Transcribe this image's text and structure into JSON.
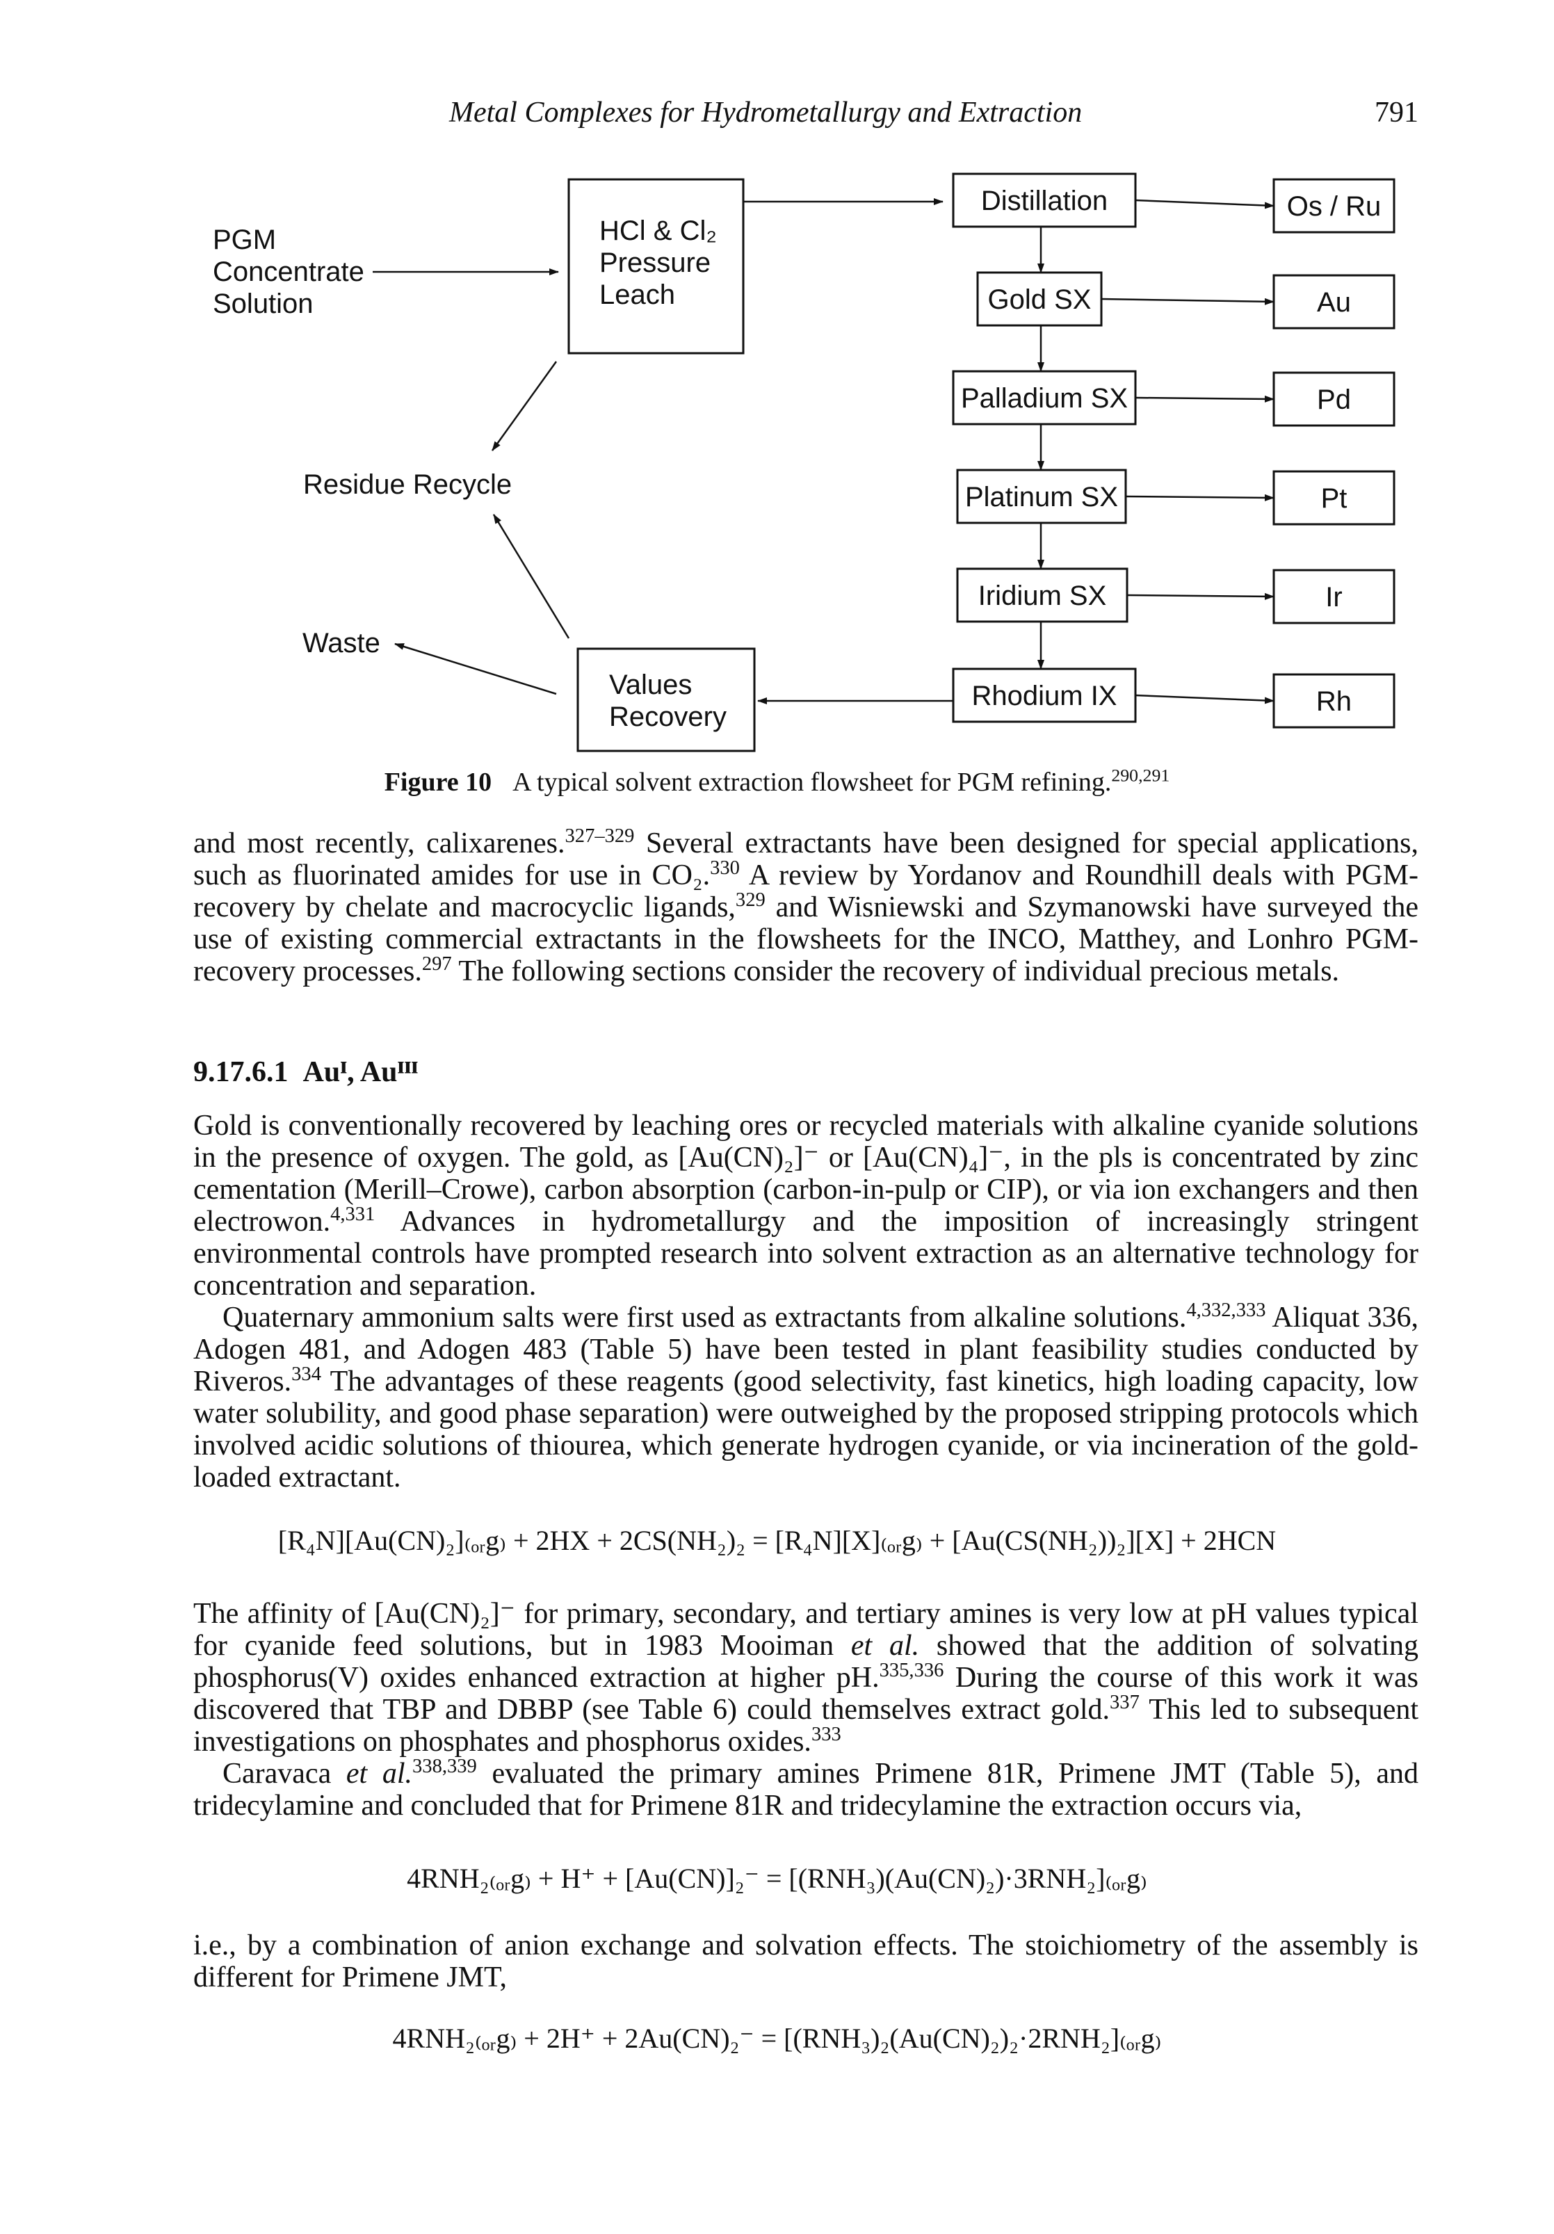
{
  "header": {
    "running_title": "Metal Complexes for Hydrometallurgy and Extraction",
    "page_number": "791"
  },
  "figure": {
    "input_label": [
      "PGM",
      "Concentrate",
      "Solution"
    ],
    "leach_box": [
      "HCl & Cl₂",
      "Pressure",
      "Leach"
    ],
    "residue_label": "Residue Recycle",
    "waste_label": "Waste",
    "values_box": [
      "Values",
      "Recovery"
    ],
    "process_steps": [
      "Distillation",
      "Gold SX",
      "Palladium SX",
      "Platinum SX",
      "Iridium SX",
      "Rhodium IX"
    ],
    "products": [
      "Os / Ru",
      "Au",
      "Pd",
      "Pt",
      "Ir",
      "Rh"
    ],
    "caption_label": "Figure 10",
    "caption_text": "A typical solvent extraction flowsheet for PGM refining.",
    "caption_ref": "290,291"
  },
  "paragraph1": {
    "s1": "and most recently, calixarenes.",
    "r1": "327–329",
    "s2": " Several extractants have been designed for special applications, such as fluorinated amides for use in CO₂.",
    "r2": "330",
    "s3": " A review by Yordanov and Roundhill deals with PGM-recovery by chelate and macrocyclic ligands,",
    "r3": "329",
    "s4": " and Wisniewski and Szymanowski have surveyed the use of existing commercial extractants in the flowsheets for the INCO, Matthey, and Lonhro PGM-recovery processes.",
    "r4": "297",
    "s5": " The following sections consider the recovery of individual precious metals."
  },
  "section": {
    "number": "9.17.6.1",
    "title": "Auᴵ, Auᴵᴵᴵ"
  },
  "paragraph2": {
    "s1": "Gold is conventionally recovered by leaching ores or recycled materials with alkaline cyanide solutions in the presence of oxygen. The gold, as [Au(CN)₂]⁻ or [Au(CN)₄]⁻, in the pls is concentrated by zinc cementation (Merill–Crowe), carbon absorption (carbon-in-pulp or CIP), or via ion exchangers and then electrowon.",
    "r1": "4,331",
    "s2": " Advances in hydrometallurgy and the imposition of increasingly stringent environmental controls have prompted research into solvent extraction as an alternative technology for concentration and separation."
  },
  "paragraph3": {
    "s1": "Quaternary ammonium salts were first used as extractants from alkaline solutions.",
    "r1": "4,332,333",
    "s2": " Aliquat 336, Adogen 481, and Adogen 483 (Table 5) have been tested in plant feasibility studies conducted by Riveros.",
    "r2": "334",
    "s3": " The advantages of these reagents (good selectivity, fast kinetics, high loading capacity, low water solubility, and good phase separation) were outweighed by the proposed stripping protocols which involved acidic solutions of thiourea, which generate hydrogen cyanide, or via incineration of the gold-loaded extractant."
  },
  "equation1": "[R₄N][Au(CN)₂]₍ₒᵣg₎ + 2HX + 2CS(NH₂)₂ = [R₄N][X]₍ₒᵣg₎ + [Au(CS(NH₂))₂][X] + 2HCN",
  "paragraph4": {
    "s1": "The affinity of [Au(CN)₂]⁻ for primary, secondary, and tertiary amines is very low at pH values typical for cyanide feed solutions, but in 1983 Mooiman ",
    "etal": "et al.",
    "s2": " showed that the addition of solvating phosphorus(V) oxides enhanced extraction at higher pH.",
    "r1": "335,336",
    "s3": " During the course of this work it was discovered that TBP and DBBP (see Table 6) could themselves extract gold.",
    "r2": "337",
    "s4": " This led to subsequent investigations on phosphates and phosphorus oxides.",
    "r3": "333"
  },
  "paragraph5": {
    "s1": "Caravaca ",
    "etal": "et al.",
    "r1": "338,339",
    "s2": " evaluated the primary amines Primene 81R, Primene JMT (Table 5), and tridecylamine and concluded that for Primene 81R and tridecylamine the extraction occurs via,"
  },
  "equation2": "4RNH₂₍ₒᵣg₎ + H⁺ + [Au(CN)]₂⁻ = [(RNH₃)(Au(CN)₂)·3RNH₂]₍ₒᵣg₎",
  "paragraph6": {
    "s1": "i.e., by a combination of anion exchange and solvation effects. The stoichiometry of the assembly is different for Primene JMT,"
  },
  "equation3": "4RNH₂₍ₒᵣg₎ + 2H⁺ + 2Au(CN)₂⁻ = [(RNH₃)₂(Au(CN)₂)₂·2RNH₂]₍ₒᵣg₎"
}
